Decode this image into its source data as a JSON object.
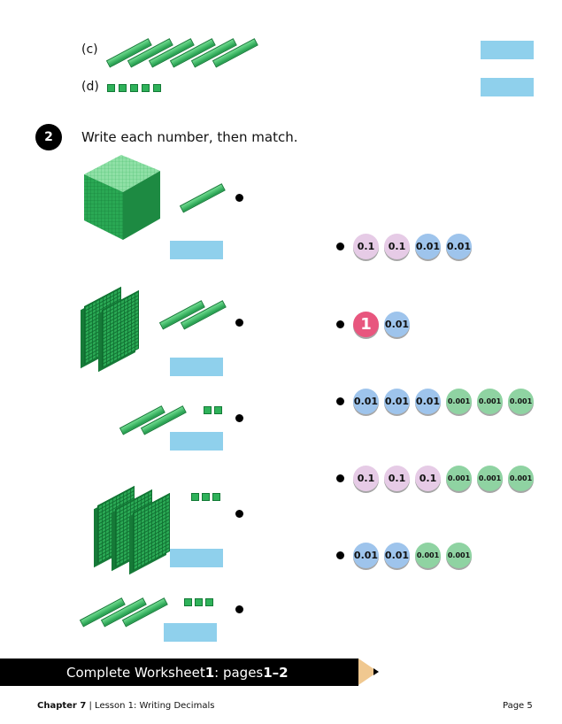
{
  "part_c": {
    "label": "(c)",
    "rods": 6,
    "units": 0
  },
  "part_d": {
    "label": "(d)",
    "rods": 0,
    "units": 5
  },
  "question": {
    "number": "2",
    "text": "Write each number, then match."
  },
  "left_items": [
    {
      "cubes": 1,
      "flats": 0,
      "rods": 1,
      "units": 0
    },
    {
      "cubes": 0,
      "flats": 2,
      "rods": 2,
      "units": 0
    },
    {
      "cubes": 0,
      "flats": 0,
      "rods": 2,
      "units": 2
    },
    {
      "cubes": 0,
      "flats": 3,
      "rods": 0,
      "units": 3
    },
    {
      "cubes": 0,
      "flats": 0,
      "rods": 3,
      "units": 3
    }
  ],
  "disc_rows": [
    [
      "0.1",
      "0.1",
      "0.01",
      "0.01"
    ],
    [
      "1",
      "0.01"
    ],
    [
      "0.01",
      "0.01",
      "0.01",
      "0.001",
      "0.001",
      "0.001"
    ],
    [
      "0.1",
      "0.1",
      "0.1",
      "0.001",
      "0.001",
      "0.001"
    ],
    [
      "0.01",
      "0.01",
      "0.001",
      "0.001"
    ]
  ],
  "disc_colors": {
    "1": "#e8567e",
    "0.1": "#e6cbe6",
    "0.01": "#9ec4ec",
    "0.001": "#8fd3a2"
  },
  "banner": {
    "pre": "Complete Worksheet ",
    "num": "1",
    "mid": ": pages ",
    "pages": "1–2"
  },
  "footer": {
    "chapter": "Chapter 7",
    "lesson": "Lesson 1: Writing Decimals",
    "page": "Page 5"
  }
}
